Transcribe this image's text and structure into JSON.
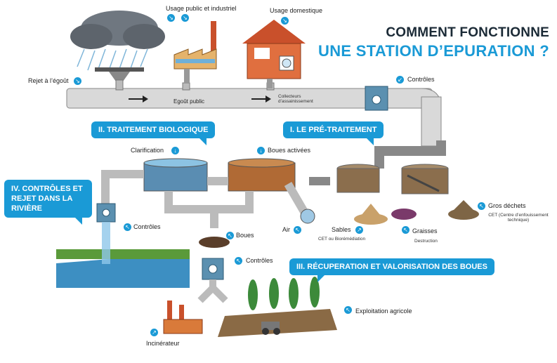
{
  "title": {
    "line1": "COMMENT FONCTIONNE",
    "line2": "UNE STATION D’EPURATION ?"
  },
  "labels": {
    "usage_public": "Usage public et industriel",
    "usage_domestique": "Usage domestique",
    "rejet_egout": "Rejet à l’égoût",
    "egout_public": "Egoût public",
    "collecteurs": "Collecteurs d’assainissement",
    "controles_top": "Contrôles",
    "clarification": "Clarification",
    "boues_activees": "Boues activées",
    "air": "Air",
    "boues": "Boues",
    "controles_mid": "Contrôles",
    "controles_left": "Contrôles",
    "sables": "Sables",
    "sables_sub": "CET ou Biorémédiation",
    "graisses": "Graisses",
    "graisses_sub": "Destruction",
    "gros_dechets": "Gros déchets",
    "gros_dechets_sub": "CET (Centre d’enfouissement technique)",
    "exploitation": "Exploitation agricole",
    "incinerateur": "Incinérateur"
  },
  "callouts": {
    "biologique": "II. TRAITEMENT BIOLOGIQUE",
    "pretraitement": "I. LE PRÉ-TRAITEMENT",
    "recuperation": "III. RÉCUPERATION ET VALORISATION DES BOUES",
    "controles_riviere": "IV. CONTRÔLES ET REJET DANS LA RIVIÈRE"
  },
  "colors": {
    "accent": "#1a9ad6",
    "title_dark": "#1b2a36",
    "pipe": "#d9d9d9"
  }
}
